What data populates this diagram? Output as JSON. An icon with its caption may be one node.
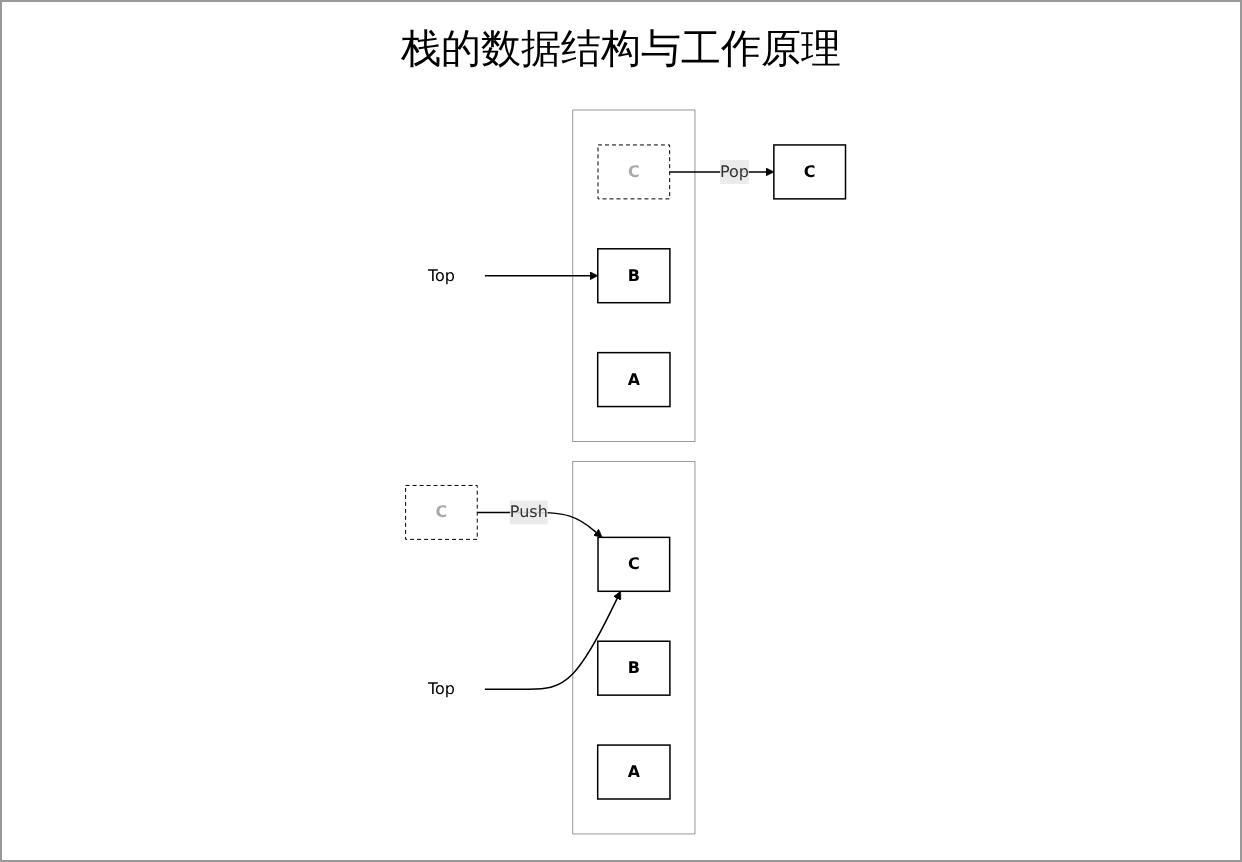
{
  "diagram": {
    "title": "栈的数据结构与工作原理",
    "nodes": [
      {
        "text": [
          "C"
        ]
      },
      {
        "text": [],
        "shape": "box"
      },
      {
        "text": [
          "C"
        ],
        "in": 1
      },
      {
        "text": [
          "B"
        ],
        "in": 1
      },
      {
        "text": [
          "A"
        ],
        "in": 1
      },
      {
        "text": [
          "Top"
        ]
      },
      {
        "text": [],
        "shape": "box"
      },
      {
        "text": [
          "C"
        ],
        "in": 6
      },
      {
        "text": [
          "B"
        ],
        "in": 6
      },
      {
        "text": [
          "A"
        ],
        "in": 6
      },
      {
        "text": [
          "Top"
        ]
      },
      {
        "text": [
          "C"
        ]
      }
    ],
    "edges": [
      {
        "from": 0,
        "to": 2,
        "arrow": "to",
        "label": "Push"
      },
      {
        "from": 5,
        "to": 2,
        "arrow": "to"
      },
      {
        "from": 7,
        "to": 11,
        "arrow": "to",
        "label": "Pop"
      },
      {
        "from": 10,
        "to": 8,
        "arrow": "to"
      }
    ]
  }
}
